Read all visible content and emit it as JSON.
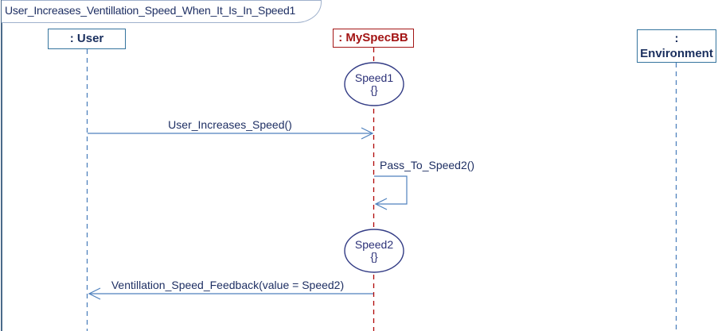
{
  "diagram": {
    "title": "User_Increases_Ventillation_Speed_When_It_Is_In_Speed1",
    "type": "uml-sequence-diagram",
    "lifelines": [
      {
        "id": "user",
        "label": ": User",
        "display_label": ": User"
      },
      {
        "id": "myspecbb",
        "label": ": MySpecBB",
        "display_label": ": MySpecBB"
      },
      {
        "id": "environment",
        "label": ": Environment",
        "display_label": ":\nEnvironment"
      }
    ],
    "states": [
      {
        "name": "Speed1",
        "attributes": "{}",
        "display_label": "Speed1\n{}",
        "on_lifeline": ": MySpecBB"
      },
      {
        "name": "Speed2",
        "attributes": "{}",
        "display_label": "Speed2\n{}",
        "on_lifeline": ": MySpecBB"
      }
    ],
    "messages": [
      {
        "label": "User_Increases_Speed()",
        "from": ": User",
        "to": ": MySpecBB",
        "kind": "call"
      },
      {
        "label": "Pass_To_Speed2()",
        "from": ": MySpecBB",
        "to": ": MySpecBB",
        "kind": "self"
      },
      {
        "label": "Ventillation_Speed_Feedback(value = Speed2)",
        "from": ": MySpecBB",
        "to": ": User",
        "kind": "call"
      }
    ]
  },
  "colors": {
    "title-navy": "#1e2f63",
    "head-text-navy": "#1a2f5e",
    "head-border-teal": "#35749e",
    "myspecbb-red": "#a31515",
    "lifeline-blue": "#4f81bd",
    "lifeline-red": "#b00606",
    "message-blue": "#4f81bd",
    "oval-navy": "#333c85",
    "oval-text": "#2c3178",
    "frame-line": "#4a6a8a",
    "tab-border": "#9fb1cc"
  }
}
